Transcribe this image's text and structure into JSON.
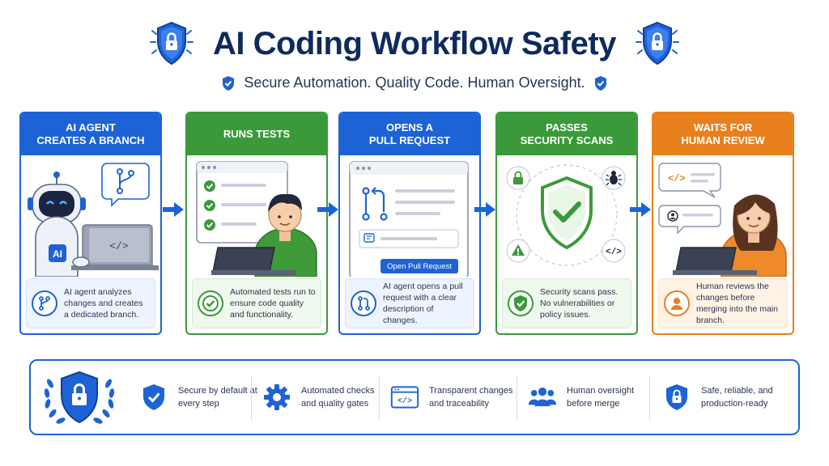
{
  "header": {
    "title": "AI Coding Workflow Safety",
    "subtitle": "Secure Automation. Quality Code. Human Oversight."
  },
  "colors": {
    "blue": "#1e63d6",
    "green": "#3a9a3a",
    "orange": "#e8801e",
    "navy": "#0f2a5c"
  },
  "steps": [
    {
      "title_line1": "AI AGENT",
      "title_line2": "CREATES A BRANCH",
      "desc": "AI agent analyzes changes and creates a dedicated branch.",
      "icon": "branch-icon",
      "art_label": "AI"
    },
    {
      "title_line1": "RUNS TESTS",
      "title_line2": "",
      "desc": "Automated tests run to ensure code quality and functionality.",
      "icon": "check-circle-icon"
    },
    {
      "title_line1": "OPENS A",
      "title_line2": "PULL REQUEST",
      "desc": "AI agent opens a pull request with a clear description of changes.",
      "icon": "pull-request-icon",
      "button_label": "Open Pull Request"
    },
    {
      "title_line1": "PASSES",
      "title_line2": "SECURITY SCANS",
      "desc": "Security scans pass. No vulnerabilities or policy issues.",
      "icon": "shield-check-icon"
    },
    {
      "title_line1": "WAITS FOR",
      "title_line2": "HUMAN REVIEW",
      "desc": "Human reviews the changes before merging into the main branch.",
      "icon": "person-icon"
    }
  ],
  "features": [
    {
      "label": "Secure by default at every step",
      "icon": "shield-check-icon"
    },
    {
      "label": "Automated checks and quality gates",
      "icon": "gear-icon"
    },
    {
      "label": "Transparent changes and traceability",
      "icon": "code-window-icon"
    },
    {
      "label": "Human oversight before merge",
      "icon": "people-icon"
    },
    {
      "label": "Safe, reliable, and production-ready",
      "icon": "shield-lock-icon"
    }
  ]
}
